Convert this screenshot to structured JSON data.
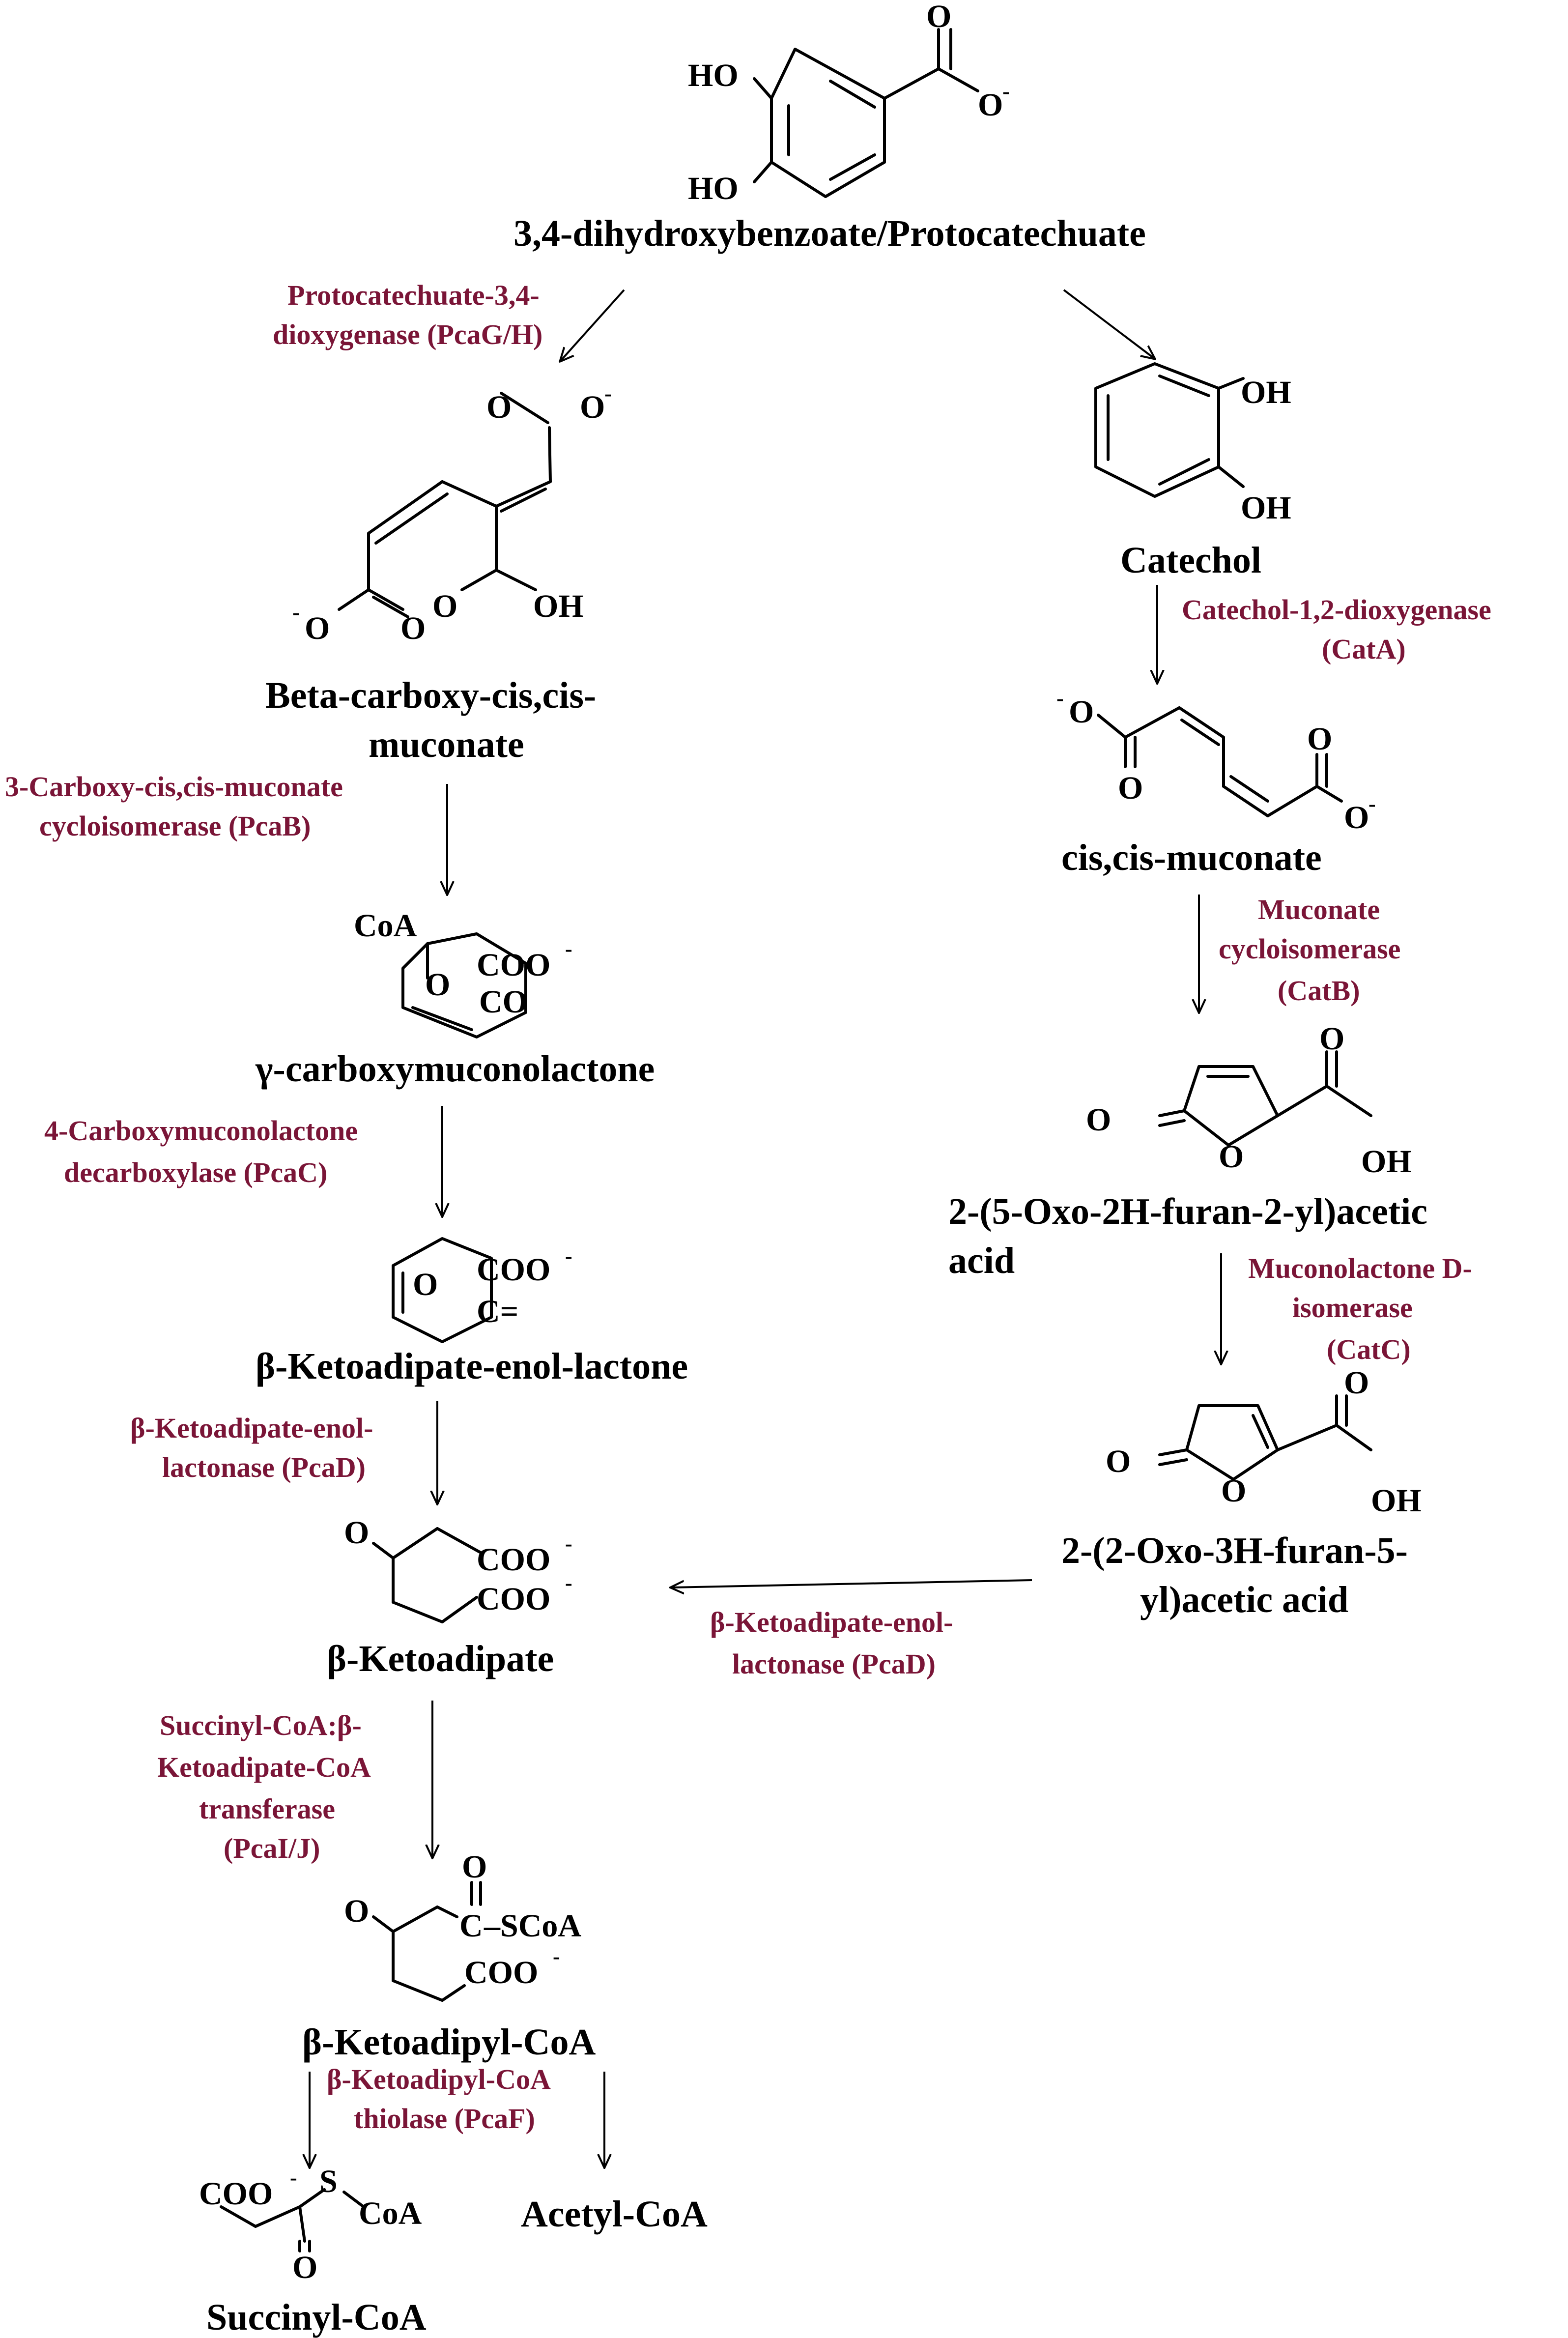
{
  "compounds": {
    "protocatechuate": "3,4-dihydroxybenzoate/Protocatechuate",
    "beta_carboxy_l1": "Beta-carboxy-cis,cis-",
    "beta_carboxy_l2": "muconate",
    "gamma_carboxy": "γ-carboxymuconolactone",
    "enol_lactone": "β-Ketoadipate-enol-lactone",
    "ketoadipate": "β-Ketoadipate",
    "ketoadipyl_coa": "β-Ketoadipyl-CoA",
    "succinyl_coa": "Succinyl-CoA",
    "acetyl_coa": "Acetyl-CoA",
    "catechol": "Catechol",
    "muconate": "cis,cis-muconate",
    "furan_a_l1": "2-(5-Oxo-2H-furan-2-yl)acetic",
    "furan_a_l2": "acid",
    "furan_b_l1": "2-(2-Oxo-3H-furan-5-",
    "furan_b_l2": "yl)acetic acid"
  },
  "enzymes": {
    "pcagh_l1": "Protocatechuate-3,4-",
    "pcagh_l2": "dioxygenase (PcaG/H)",
    "pcab_l1": "3-Carboxy-cis,cis-muconate",
    "pcab_l2": "cycloisomerase (PcaB)",
    "pcac_l1": "4-Carboxymuconolactone",
    "pcac_l2": "decarboxylase (PcaC)",
    "pcad1_l1": "β-Ketoadipate-enol-",
    "pcad1_l2": "lactonase (PcaD)",
    "pcaij_l1": "Succinyl-CoA:β-",
    "pcaij_l2": "Ketoadipate-CoA",
    "pcaij_l3": "transferase",
    "pcaij_l4": "(PcaI/J)",
    "pcaf_l1": "β-Ketoadipyl-CoA",
    "pcaf_l2": "thiolase (PcaF)",
    "cata_l1": "Catechol-1,2-dioxygenase",
    "cata_l2": "(CatA)",
    "catb_l1": "Muconate",
    "catb_l2": "cycloisomerase",
    "catb_l3": "(CatB)",
    "catc_l1": "Muconolactone D-",
    "catc_l2": "isomerase",
    "catc_l3": "(CatC)",
    "pcad2_l1": "β-Ketoadipate-enol-",
    "pcad2_l2": "lactonase (PcaD)"
  },
  "atoms": {
    "ho": "HO",
    "oh": "OH",
    "o": "O",
    "minus": "-",
    "coa": "CoA",
    "coo": "COO",
    "co": "CO",
    "c": "C",
    "c_eq": "C=",
    "scoa": "–SCoA",
    "s": "S"
  },
  "colors": {
    "enzyme_text": "#7a1537",
    "compound_text": "#000000"
  }
}
